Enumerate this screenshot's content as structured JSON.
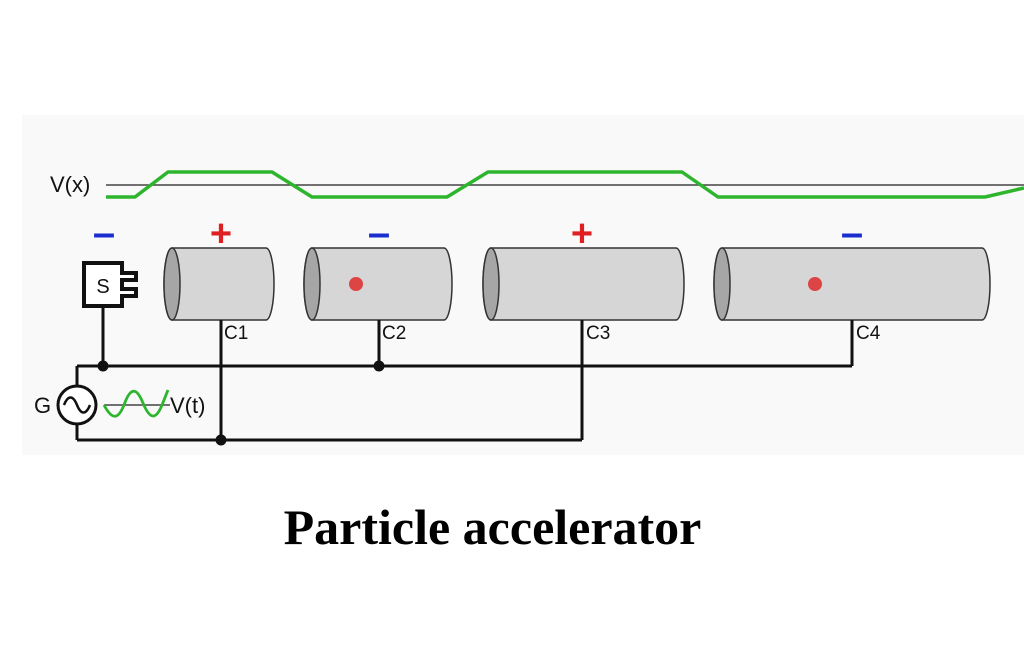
{
  "diagram": {
    "potential_label": "V(x)",
    "source_label": "S",
    "generator_label": "G",
    "generator_signal_label": "V(t)",
    "signs": {
      "source": "–",
      "c1": "+",
      "c2": "–",
      "c3": "+",
      "c4": "–"
    },
    "cylinders": [
      {
        "label": "C1",
        "polarity": "+",
        "has_particle": false
      },
      {
        "label": "C2",
        "polarity": "–",
        "has_particle": true
      },
      {
        "label": "C3",
        "polarity": "+",
        "has_particle": false
      },
      {
        "label": "C4",
        "polarity": "–",
        "has_particle": true
      }
    ],
    "colors": {
      "positive": "#e02020",
      "negative": "#1a2ed0",
      "potential_curve": "#2db52d",
      "signal_wave": "#2db52d",
      "particle": "#dd4444",
      "cylinder_fill": "#d6d6d6",
      "wire": "#111111"
    }
  },
  "caption": "Particle accelerator"
}
